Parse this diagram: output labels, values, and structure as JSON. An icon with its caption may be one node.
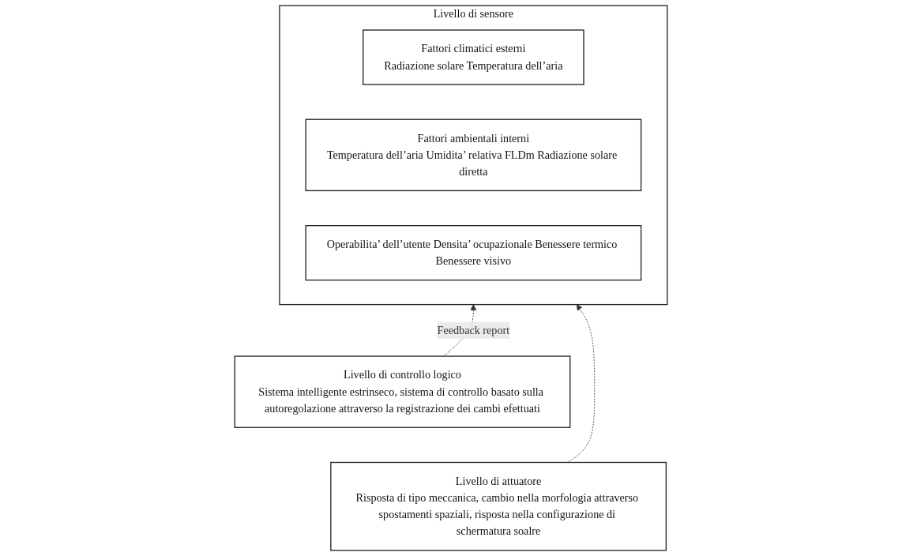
{
  "diagram": {
    "nodes": [
      {
        "text": [
          "Livello di sensore"
        ]
      },
      {
        "text": [
          "Fattori climatici esterni",
          "Radiazione solare Temperatura dell’aria"
        ],
        "in": 0
      },
      {
        "text": [
          "Fattori ambientali interni",
          "Temperatura dell’aria Umidita’ relativa FLDm Radiazione solare diretta"
        ],
        "in": 0
      },
      {
        "text": [
          "Operabilita’ dell’utente Densita’ ocupazionale Benessere termico Benessere visivo"
        ],
        "in": 0
      },
      {
        "text": [
          "Livello di controllo logico",
          "Sistema intelligente estrinseco, sistema di controllo basato sulla autoregolazione attraverso la registrazione dei cambi efettuati"
        ]
      },
      {
        "text": [
          "Livello di attuatore",
          "Risposta di tipo meccanica, cambio nella morfologia attraverso spostamenti spaziali, risposta nella configurazione di schermatura soalre"
        ]
      }
    ],
    "edges": [
      {
        "from": 4,
        "to": 0,
        "arrow": "to",
        "style": "dashed",
        "label": "Feedback report"
      },
      {
        "from": 5,
        "to": 0,
        "arrow": "to",
        "style": "dashed"
      }
    ]
  }
}
